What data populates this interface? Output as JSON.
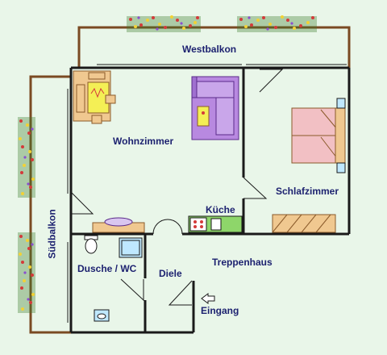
{
  "rooms": {
    "westbalkon": "Westbalkon",
    "suedbalkon": "Südbalkon",
    "wohnzimmer": "Wohnzimmer",
    "schlafzimmer": "Schlafzimmer",
    "kueche": "Küche",
    "dusche_wc": "Dusche / WC",
    "diele": "Diele",
    "treppenhaus": "Treppenhaus",
    "eingang": "Eingang"
  },
  "colors": {
    "background": "#e9f6e9",
    "wall": "#1a1a1a",
    "balcony_rail": "#7a4a22",
    "label_text": "#1d2270",
    "sofa": "#b889e0",
    "table_yellow": "#f4ef55",
    "bed": "#f2c0c4",
    "wood": "#f0c890",
    "kitchen": "#8ed66a",
    "shower_tile": "#bfe8ff"
  },
  "icons": [
    "flower-box",
    "entrance-arrow-icon",
    "sofa",
    "bed",
    "stove",
    "sink",
    "toilet",
    "shower",
    "wardrobe"
  ]
}
